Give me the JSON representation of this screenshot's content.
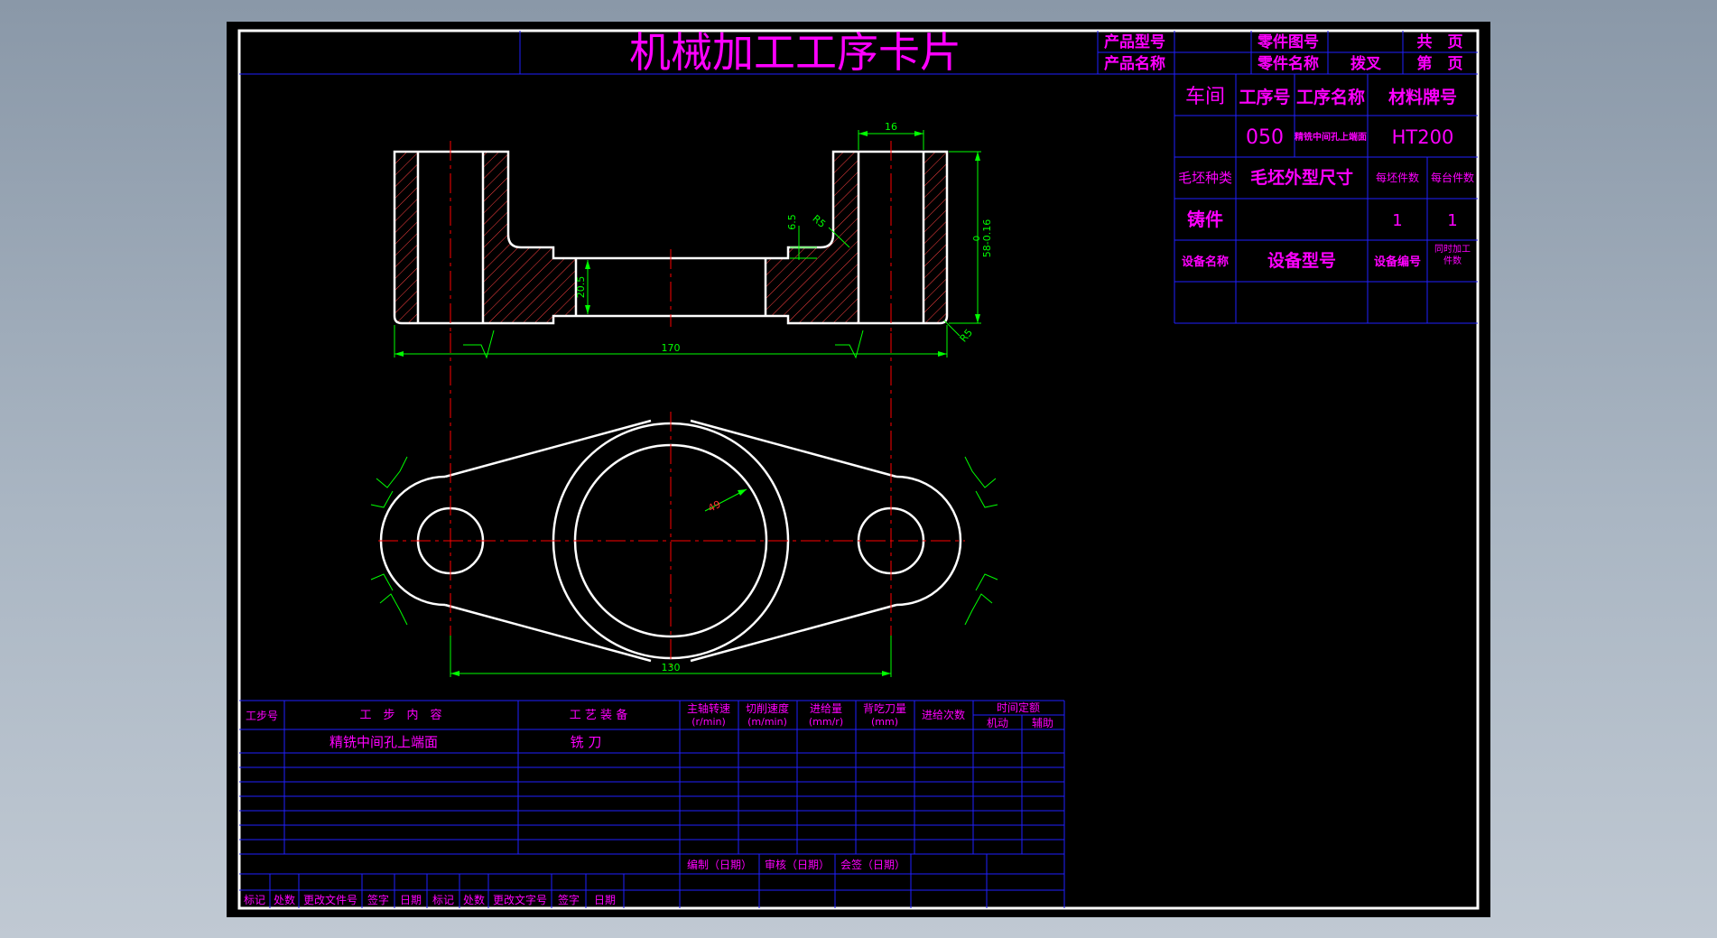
{
  "card": {
    "title": "机械加工工序卡片",
    "product_model_label": "产品型号",
    "product_name_label": "产品名称",
    "part_drawing_no_label": "零件图号",
    "part_name_label": "零件名称",
    "part_name_value": "拨叉",
    "total_pages_label": "共　页",
    "page_label": "第　页"
  },
  "info": {
    "workshop_label": "车间",
    "op_no_label": "工序号",
    "op_name_label": "工序名称",
    "material_label": "材料牌号",
    "op_no_value": "050",
    "op_name_value": "精铣中间孔上端面",
    "material_value": "HT200",
    "blank_type_label": "毛坯种类",
    "blank_size_label": "毛坯外型尺寸",
    "per_blank_label": "每坯件数",
    "per_unit_label": "每台件数",
    "blank_type_value": "铸件",
    "per_blank_value": "1",
    "per_unit_value": "1",
    "equipment_name_label": "设备名称",
    "equipment_model_label": "设备型号",
    "equipment_no_label": "设备编号",
    "simultaneous_label_1": "同时加工",
    "simultaneous_label_2": "件数"
  },
  "dims": {
    "top_width": "16",
    "depth_65": "6.5",
    "r5_a": "R5",
    "r5_b": "R5",
    "height_58": "58-0.16",
    "height_58_tol": "0",
    "hole_205": "20.5",
    "overall_170": "170",
    "bore_49": "49",
    "span_130": "130"
  },
  "steps": {
    "headers": {
      "step_no": "工步号",
      "content": "工　步　内　容",
      "equipment": "工 艺 装 备",
      "spindle": "主轴转速",
      "spindle_unit": "(r/min)",
      "cut_speed": "切削速度",
      "cut_speed_unit": "(m/min)",
      "feed": "进给量",
      "feed_unit": "(mm/r)",
      "depth": "背吃刀量",
      "depth_unit": "(mm)",
      "passes": "进给次数",
      "time_quota": "时间定额",
      "machine_time": "机动",
      "aux_time": "辅助"
    },
    "rows": [
      {
        "content": "精铣中间孔上端面",
        "equipment": "铣 刀"
      }
    ]
  },
  "signoff": {
    "prepared": "编制（日期）",
    "reviewed": "审核（日期）",
    "countersign": "会签（日期）",
    "mark": "标记",
    "count": "处数",
    "change_doc": "更改文件号",
    "sign": "签字",
    "date": "日期",
    "mark2": "标记",
    "count2": "处数",
    "change_doc2": "更改文字号",
    "sign2": "签字",
    "date2": "日期"
  },
  "colors": {
    "frame": "#ffffff",
    "grid": "#2020ff",
    "text": "#ff00ff",
    "dimension": "#00ff00",
    "centerline": "#ff0000",
    "hatch": "#ff4040",
    "background": "#000000"
  }
}
